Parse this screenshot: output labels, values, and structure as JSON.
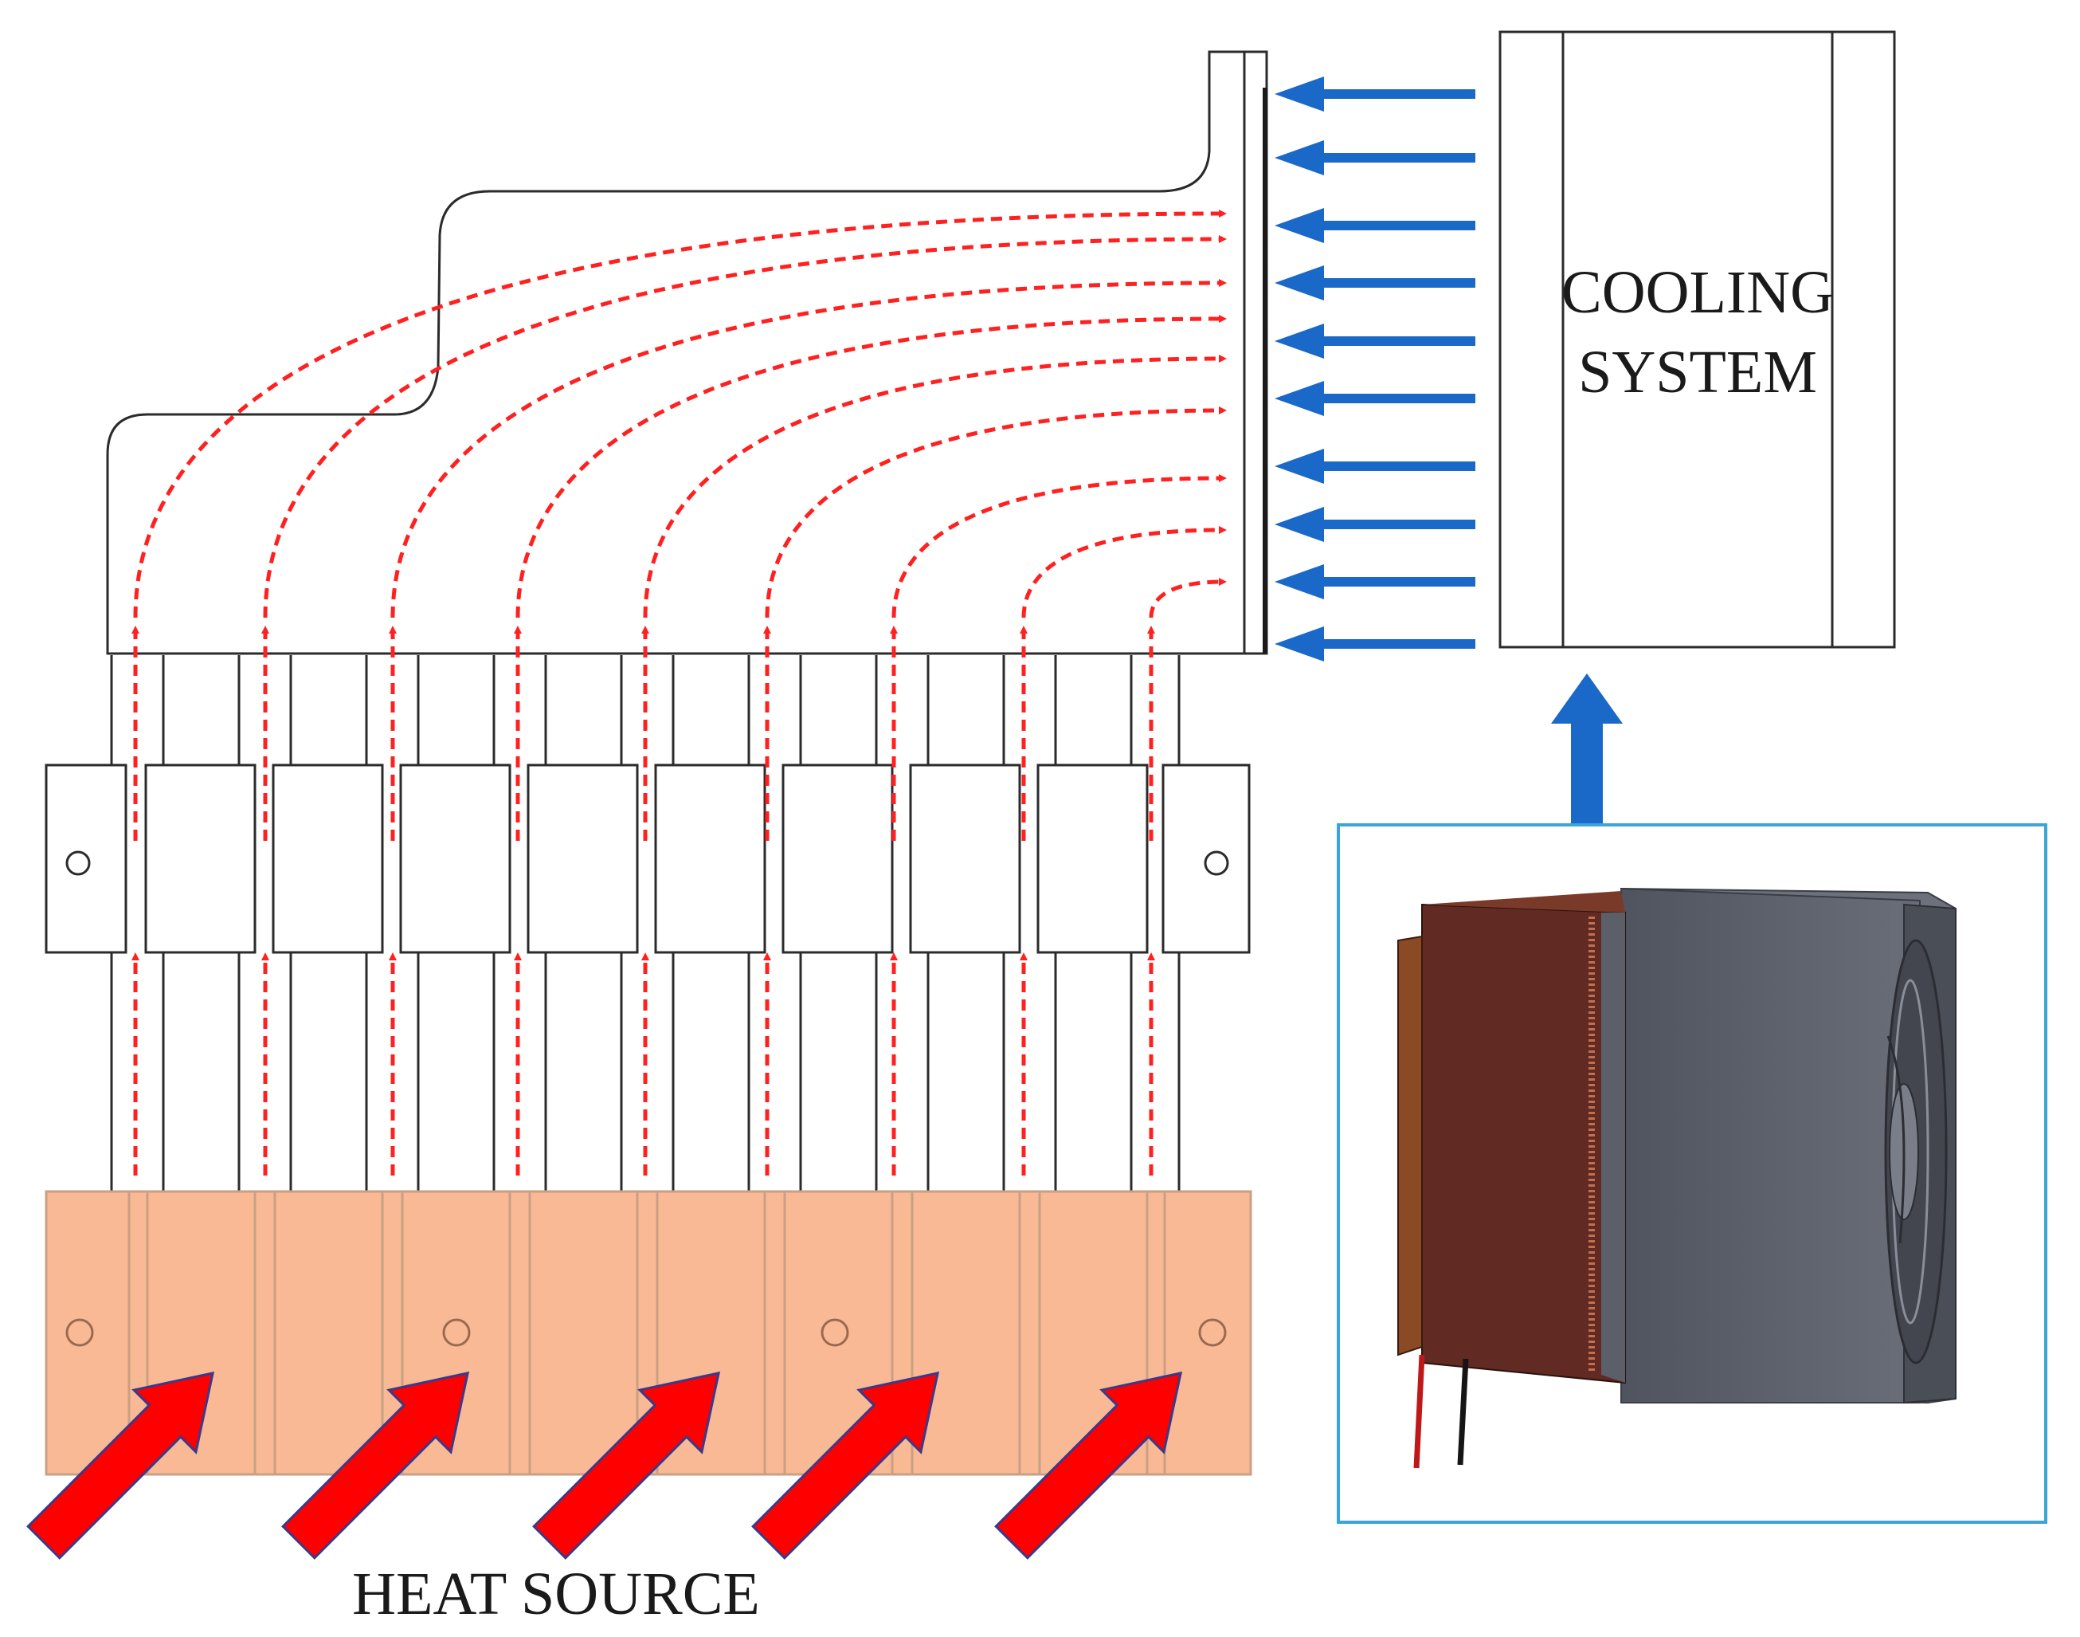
{
  "labels": {
    "cooling_line1": "COOLING",
    "cooling_line2": "SYSTEM",
    "heat_source": "HEAT SOURCE"
  },
  "colors": {
    "heat_flow": "#ff2020",
    "heat_arrow": "#ff0000",
    "cool_flow": "#1a68c7",
    "copper_block": "#f9b995",
    "inset_border": "#3ba5d8",
    "fan_body": "#585c67",
    "peltier": "#612a22"
  },
  "icons": {
    "heat_arrow": "diagonal-heat-arrow-icon",
    "cool_arrow": "left-arrow-icon",
    "up_arrow": "up-arrow-icon"
  }
}
